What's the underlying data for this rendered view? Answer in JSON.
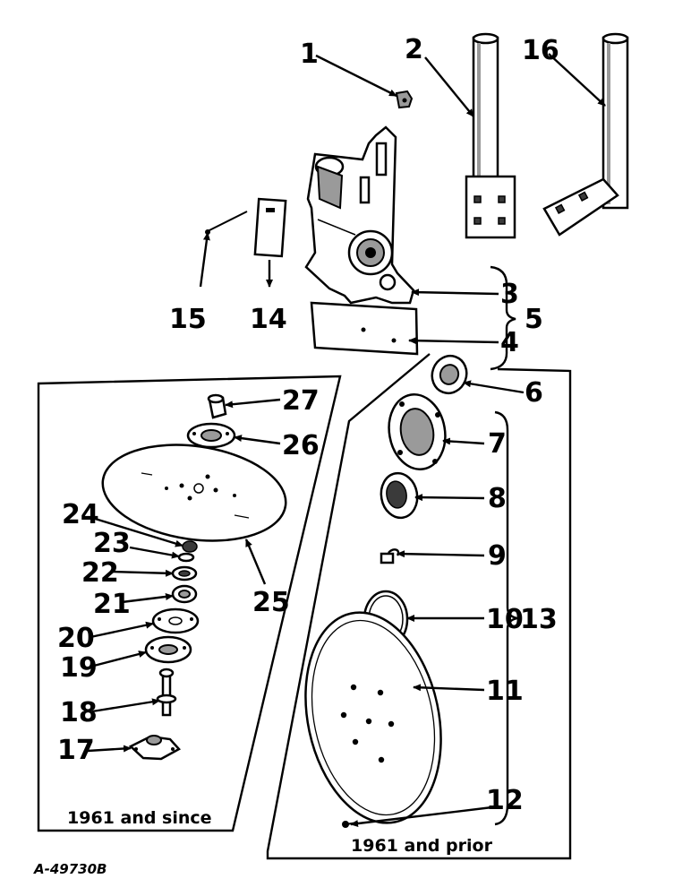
{
  "callouts": [
    "1",
    "2",
    "3",
    "4",
    "5",
    "6",
    "7",
    "8",
    "9",
    "10",
    "11",
    "12",
    "13",
    "14",
    "15",
    "16",
    "17",
    "18",
    "19",
    "20",
    "21",
    "22",
    "23",
    "24",
    "25",
    "26",
    "27"
  ],
  "captions": {
    "left_panel": "1961 and since",
    "right_panel": "1961 and prior"
  },
  "drawing_number": "A-49730B"
}
